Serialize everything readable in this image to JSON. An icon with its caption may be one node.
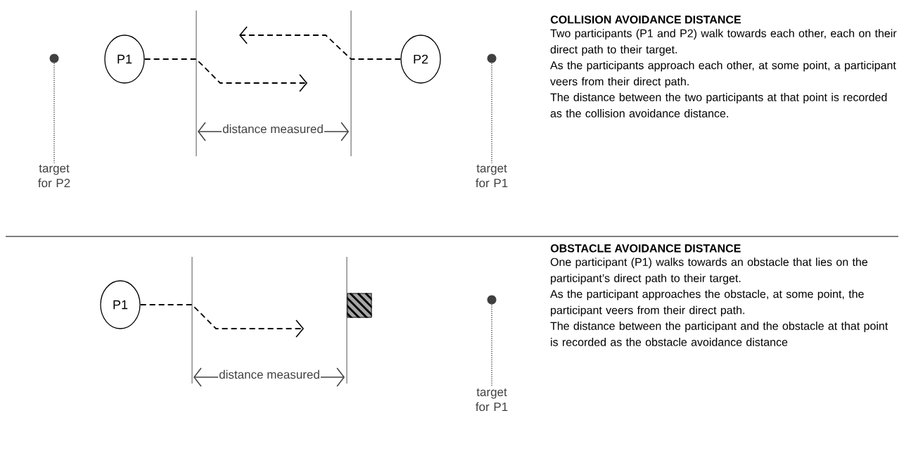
{
  "diagram": {
    "nodes": [
      {
        "text": [],
        "shape": "circle"
      },
      {
        "text": [
          "target for P2"
        ]
      },
      {
        "text": [
          "P1"
        ]
      },
      {
        "text": [
          "P2"
        ]
      },
      {
        "text": [],
        "shape": "circle"
      },
      {
        "text": [
          "target for P1"
        ]
      },
      {
        "text": [
          "P1"
        ]
      },
      {
        "text": [],
        "shape": "box"
      },
      {
        "text": [],
        "shape": "circle"
      },
      {
        "text": [
          "target for P1"
        ]
      }
    ],
    "edges": [
      {
        "from": 0,
        "to": 1,
        "arrow": "none",
        "style": "dashed"
      },
      {
        "from": 2,
        "to": null,
        "arrow": "to",
        "style": "dashed"
      },
      {
        "from": 3,
        "to": null,
        "arrow": "to",
        "style": "dashed"
      },
      {
        "from": 4,
        "to": 5,
        "arrow": "none",
        "style": "dashed"
      },
      {
        "from": 6,
        "to": null,
        "arrow": "to",
        "style": "dashed"
      },
      {
        "from": 8,
        "to": 9,
        "arrow": "none",
        "style": "dashed"
      }
    ],
    "labels": [
      "distance measured",
      "COLLISION AVOIDANCE DISTANCE",
      "Two participants (P1 and P2) walk towards each other, each on their direct path to their target.",
      "As the participants approach each other, at some point, a participant veers from their direct path.",
      "The distance between the two participants at that point is recorded as the collision avoidance distance.",
      "distance measured",
      "OBSTACLE AVOIDANCE DISTANCE",
      "One participant (P1) walks towards an obstacle that lies on the participant’s direct path to their target.",
      "As the participant approaches the obstacle, at some point, the participant veers from their direct path.",
      "The distance between the participant and the obstacle at that point is recorded as the obstacle avoidance distance"
    ]
  }
}
